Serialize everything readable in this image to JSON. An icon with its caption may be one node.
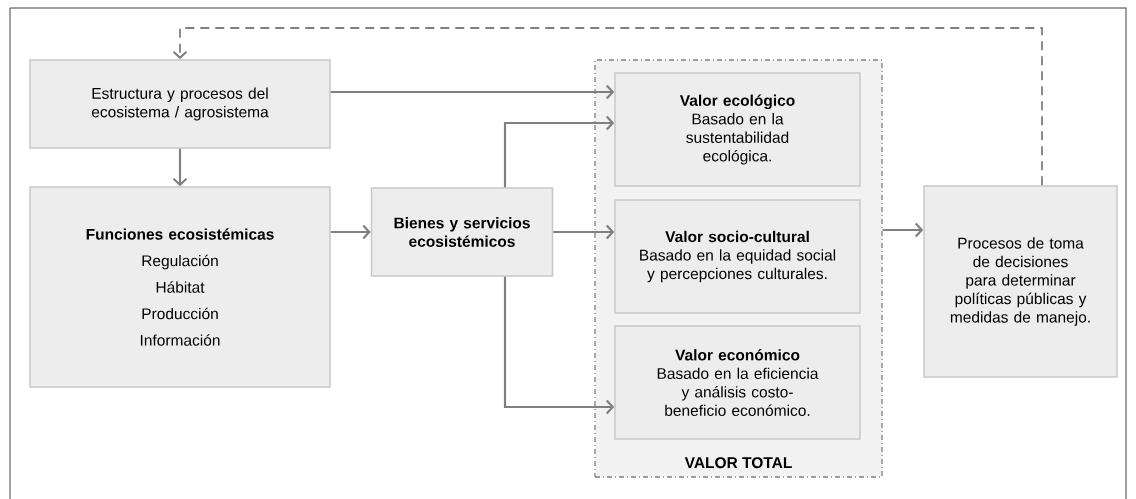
{
  "diagram": {
    "nodes": [
      {
        "text": [
          "Estructura y procesos del ecosistema / agrosistema"
        ]
      },
      {
        "text": [
          "Funciones ecosistémicas",
          "Regulación",
          "Hábitat",
          "Producción",
          "Información"
        ]
      },
      {
        "text": [
          "Bienes y servicios ecosistémicos"
        ]
      },
      {
        "text": [
          "VALOR TOTAL"
        ]
      },
      {
        "text": [
          "Valor ecológico",
          "Basado en la sustentabilidad ecológica."
        ],
        "in": 3
      },
      {
        "text": [
          "Valor socio-cultural",
          "Basado en la equidad social y percepciones culturales."
        ],
        "in": 3
      },
      {
        "text": [
          "Valor económico",
          "Basado en la eficiencia y análisis costo-beneficio económico."
        ],
        "in": 3
      },
      {
        "text": [
          "Procesos de toma de decisiones para determinar políticas públicas y medidas de manejo."
        ]
      }
    ],
    "edges": [
      {
        "from": 0,
        "to": 1,
        "arrow": "to"
      },
      {
        "from": 0,
        "to": 4,
        "arrow": "to"
      },
      {
        "from": 1,
        "to": 2,
        "arrow": "to"
      },
      {
        "from": 2,
        "to": 4,
        "arrow": "to"
      },
      {
        "from": 2,
        "to": 5,
        "arrow": "to"
      },
      {
        "from": 2,
        "to": 6,
        "arrow": "to"
      },
      {
        "from": 3,
        "to": 7,
        "arrow": "to"
      },
      {
        "from": 7,
        "to": 0,
        "arrow": "to",
        "style": "dashed"
      }
    ]
  }
}
